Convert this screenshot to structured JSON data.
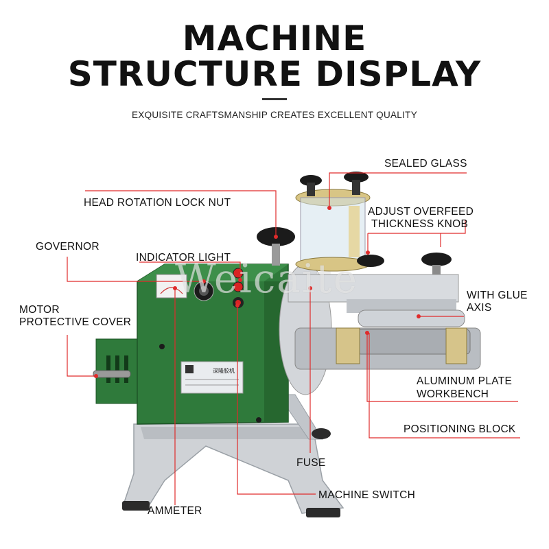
{
  "header": {
    "title_line1": "MACHINE",
    "title_line2": "STRUCTURE DISPLAY",
    "subtitle": "EXQUISITE CRAFTSMANSHIP CREATES EXCELLENT QUALITY"
  },
  "watermark": "Weicaite",
  "plate": {
    "name": "深隆胶机"
  },
  "labels": {
    "sealed_glass": "SEALED GLASS",
    "head_rotation_lock_nut": "HEAD ROTATION LOCK NUT",
    "adjust_overfeed_line1": "ADJUST OVERFEED",
    "adjust_overfeed_line2": "THICKNESS KNOB",
    "governor": "GOVERNOR",
    "indicator_light": "INDICATOR LIGHT",
    "with_glue_axis_line1": "WITH GLUE",
    "with_glue_axis_line2": "AXIS",
    "motor_cover_line1": "MOTOR",
    "motor_cover_line2": "PROTECTIVE COVER",
    "aluminum_plate_line1": "ALUMINUM PLATE",
    "aluminum_plate_line2": "WORKBENCH",
    "positioning_block": "POSITIONING BLOCK",
    "fuse": "FUSE",
    "machine_switch": "MACHINE SWITCH",
    "ammeter": "AMMETER"
  },
  "colors": {
    "leader_line": "#e02b2b",
    "machine_green": "#2f7a3b",
    "base_gray": "#c9ccd0"
  }
}
